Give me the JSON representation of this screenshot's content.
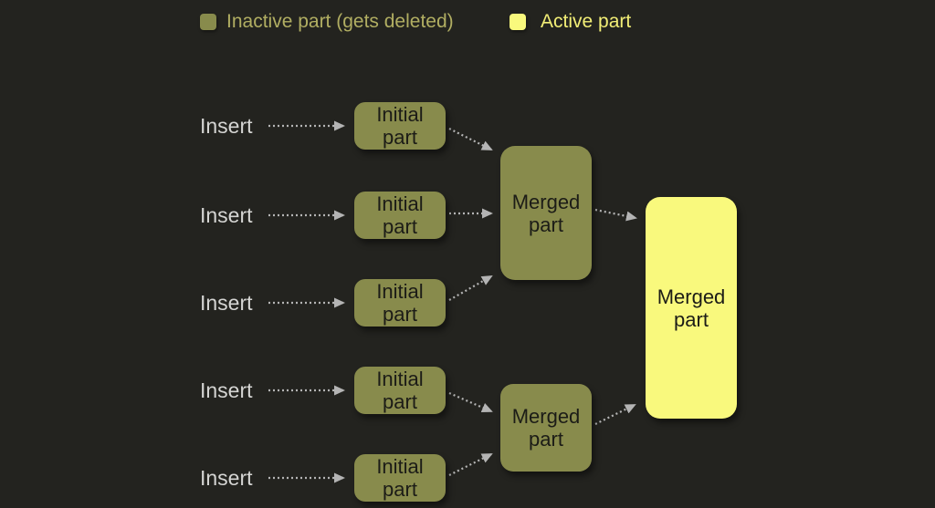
{
  "colors": {
    "background": "#23231f",
    "inactive_fill": "#888b4c",
    "active_fill": "#f9f97d",
    "box_text": "#1c1c17",
    "insert_text": "#d5d5d3",
    "legend_inactive_text": "#b1ae62",
    "legend_active_text": "#f2ee76",
    "arrow": "#b4b4b4"
  },
  "legend": {
    "inactive_label": "Inactive part (gets deleted)",
    "active_label": "Active part"
  },
  "diagram": {
    "inserts": [
      "Insert",
      "Insert",
      "Insert",
      "Insert",
      "Insert"
    ],
    "initial_parts": [
      "Initial part",
      "Initial part",
      "Initial part",
      "Initial part",
      "Initial part"
    ],
    "merged_parts": [
      "Merged part",
      "Merged part"
    ],
    "final_part": "Merged part"
  }
}
